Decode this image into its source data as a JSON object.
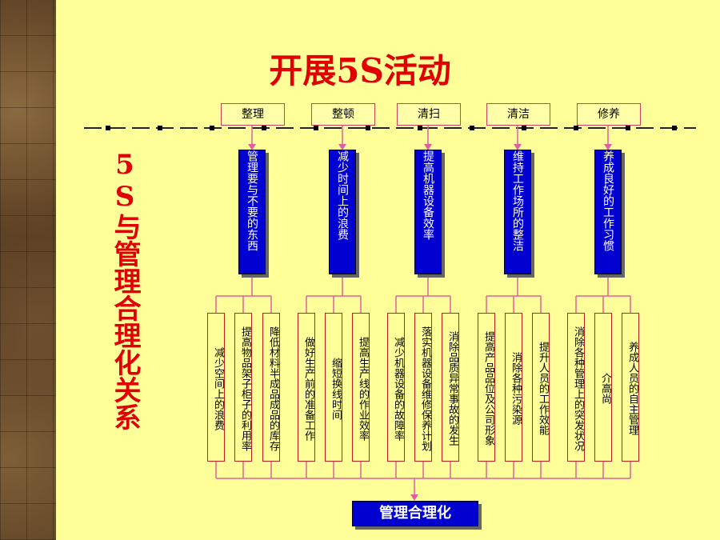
{
  "title": "开展5S活动",
  "side_label": "5S与管理合理化关系",
  "columns": [
    {
      "label": "整理",
      "goal": "管理要与不要的东西",
      "items": [
        "减少空间上的浪费",
        "提高物品架子柜子的利用率",
        "降低材料半成品成品的库存"
      ]
    },
    {
      "label": "整顿",
      "goal": "减少时间上的浪费",
      "items": [
        "做好生产前的准备工作",
        "缩短换线时间",
        "提高生产线的作业效率"
      ]
    },
    {
      "label": "清扫",
      "goal": "提高机器设备效率",
      "items": [
        "减少机器设备的故障率",
        "落实机器设备维修保养计划",
        "消除品质异常事故的发生"
      ]
    },
    {
      "label": "清洁",
      "goal": "维持工作场所的整洁",
      "items": [
        "提高产品品位及公司形象",
        "消除各种污染源",
        "提升人员的工作效能"
      ]
    },
    {
      "label": "修养",
      "goal": "养成良好的工作习惯",
      "items": [
        "消除各种管理上的突发状况",
        "介高尚",
        "养成人员的自主管理"
      ]
    }
  ],
  "result": "管理合理化"
}
